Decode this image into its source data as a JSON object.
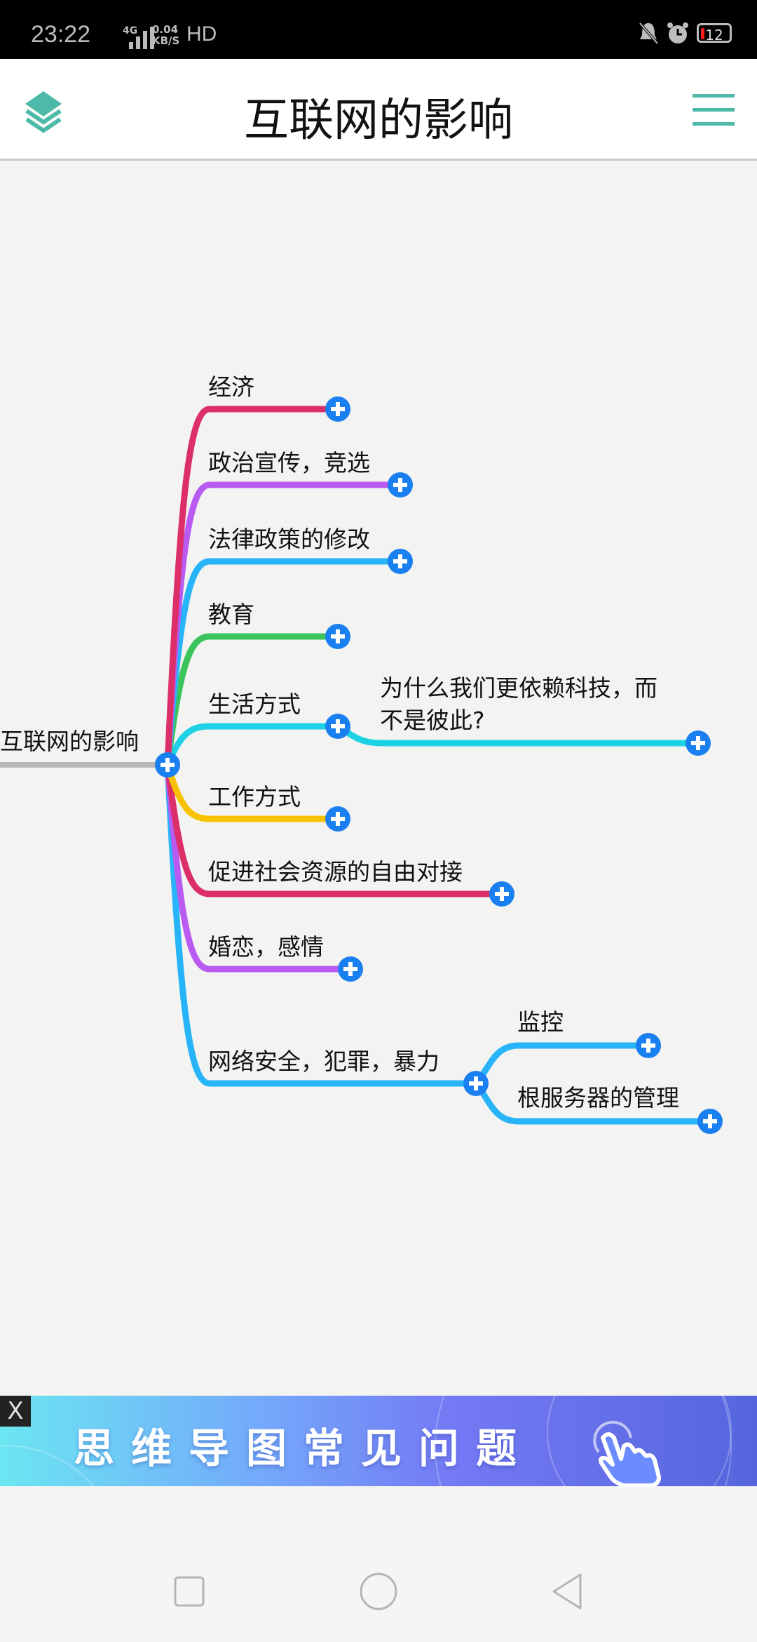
{
  "status_bar": {
    "time": "23:22",
    "network": "4G",
    "speed_value": "0.04",
    "speed_unit": "KB/S",
    "hd": "HD",
    "battery": "12"
  },
  "header": {
    "title": "互联网的影响"
  },
  "mindmap": {
    "root": "互联网的影响",
    "branches": [
      {
        "label": "经济",
        "color": "#dc2f6a"
      },
      {
        "label": "政治宣传，竞选",
        "color": "#b95af0"
      },
      {
        "label": "法律政策的修改",
        "color": "#28b4f8"
      },
      {
        "label": "教育",
        "color": "#3cc45c"
      },
      {
        "label": "生活方式",
        "color": "#1ed2e6",
        "children": [
          {
            "label_line1": "为什么我们更依赖科技，而",
            "label_line2": "不是彼此?"
          }
        ]
      },
      {
        "label": "工作方式",
        "color": "#f7c300"
      },
      {
        "label": "促进社会资源的自由对接",
        "color": "#dc2f6a"
      },
      {
        "label": "婚恋，感情",
        "color": "#b95af0"
      },
      {
        "label": "网络安全，犯罪，暴力",
        "color": "#28b4f8",
        "children": [
          {
            "label": "监控"
          },
          {
            "label": "根服务器的管理"
          }
        ]
      }
    ]
  },
  "banner": {
    "text": "思维导图常见问题",
    "close": "X"
  }
}
